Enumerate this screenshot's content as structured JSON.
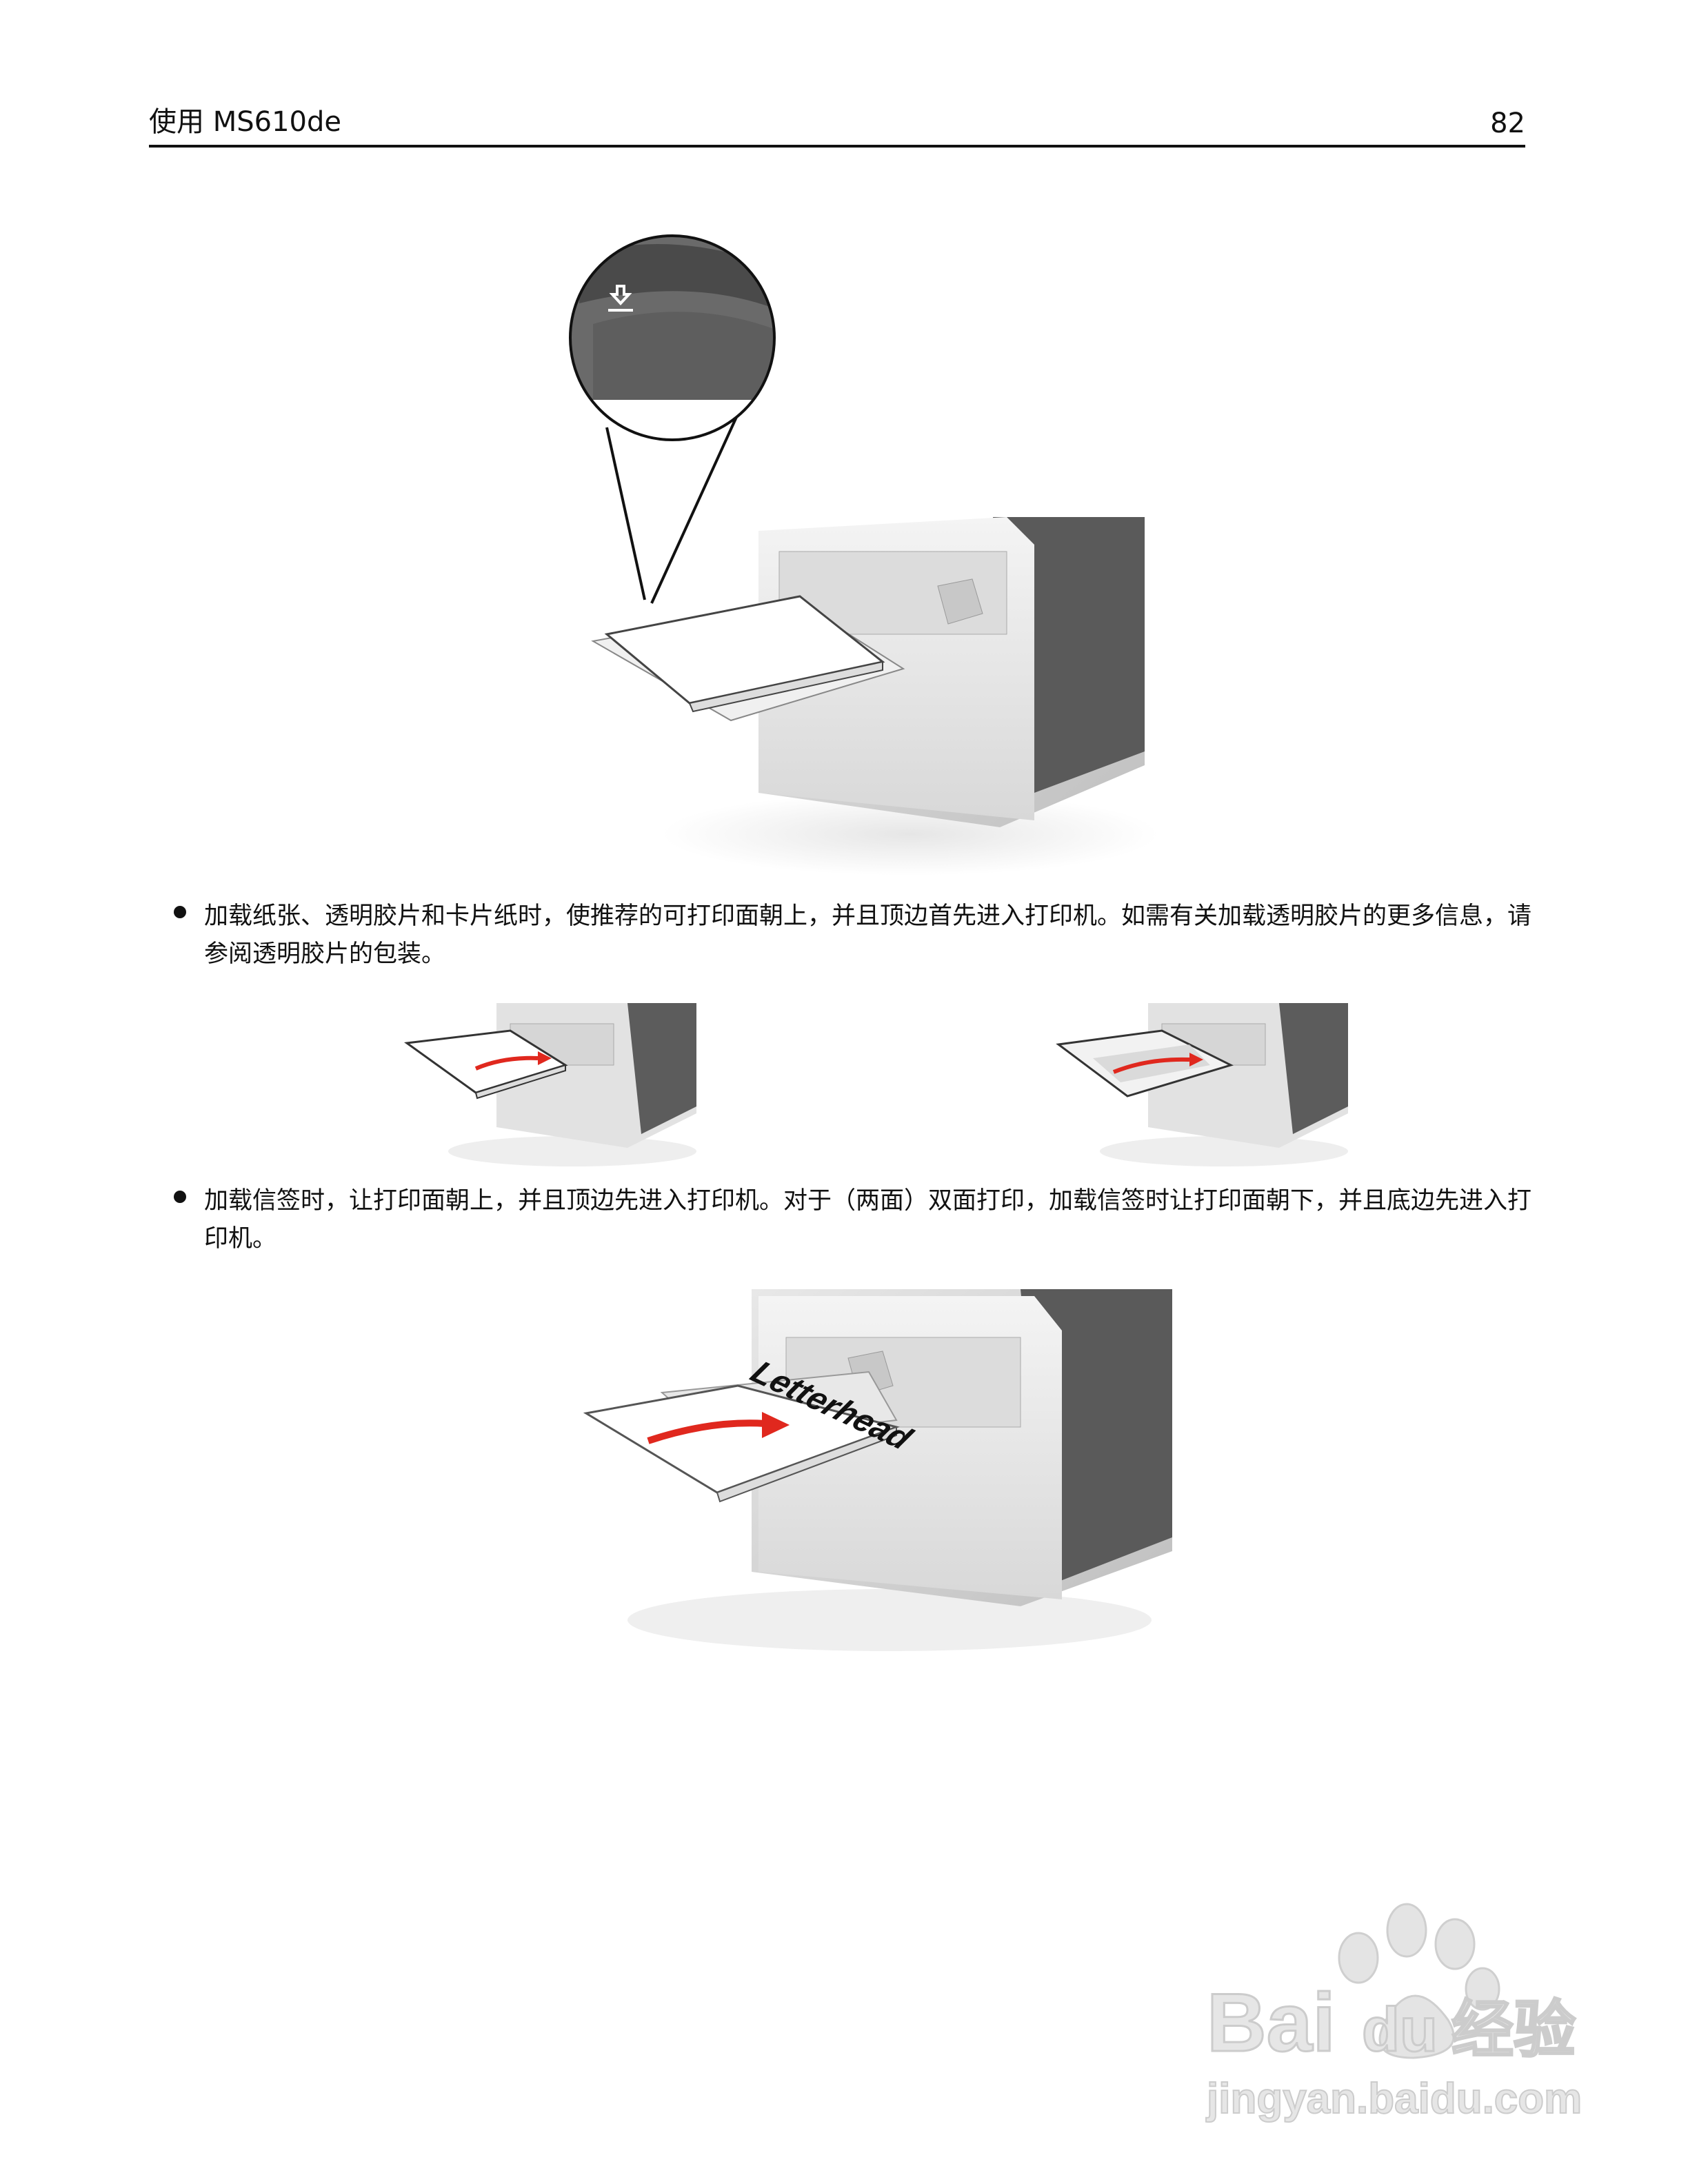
{
  "header": {
    "title": "使用 MS610de",
    "page_number": "82"
  },
  "bullets": [
    {
      "text": "加载纸张、透明胶片和卡片纸时，使推荐的可打印面朝上，并且顶边首先进入打印机。如需有关加载透明胶片的更多信息，请参阅透明胶片的包装。"
    },
    {
      "text": "加载信签时，让打印面朝上，并且顶边先进入打印机。对于（两面）双面打印，加载信签时让打印面朝下，并且底边先进入打印机。"
    }
  ],
  "figures": {
    "letterhead_label": "Letterhead"
  },
  "watermark": {
    "brand_line_1": "Bai",
    "brand_line_2": "du",
    "brand_cn": "经验",
    "url": "jingyan.baidu.com"
  }
}
